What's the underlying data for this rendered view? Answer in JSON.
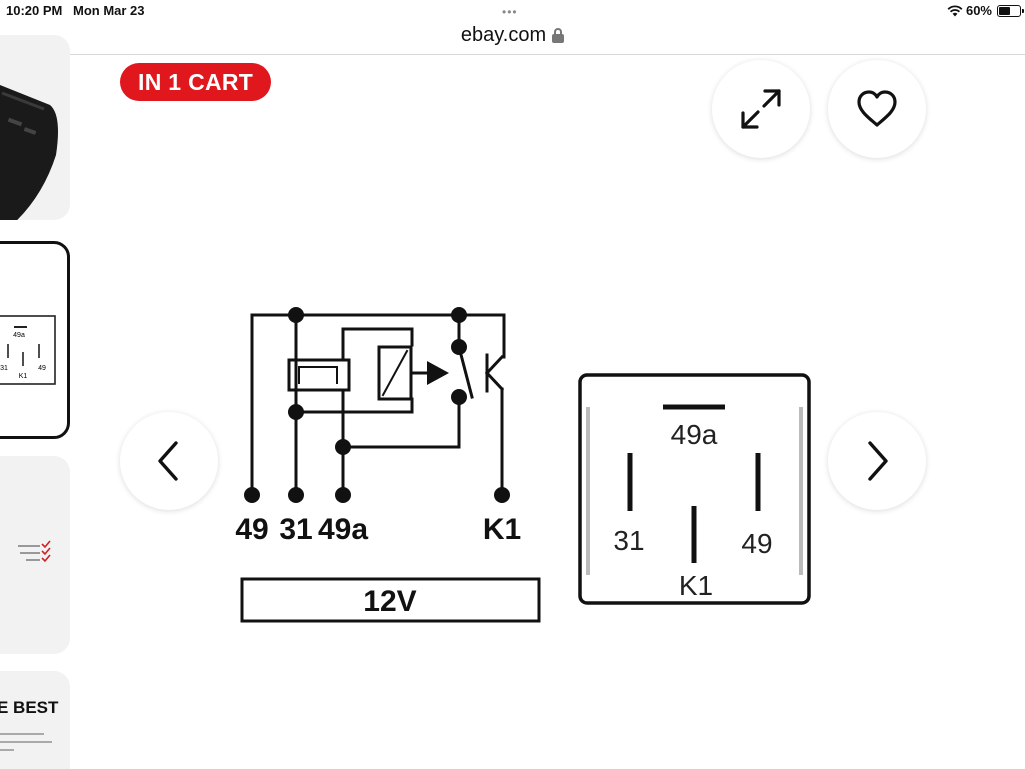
{
  "status_bar": {
    "time": "10:20 PM",
    "date": "Mon Mar 23",
    "battery_text": "60%",
    "battery_level": 0.6
  },
  "browser": {
    "url": "ebay.com",
    "tab_dots": "•••"
  },
  "thumbnails": {
    "thumb2_labels": {
      "top": "49a",
      "left": "31",
      "right": "49",
      "bottom": "K1"
    },
    "thumb4_text": "E BEST"
  },
  "listing": {
    "cart_badge": "IN 1 CART"
  },
  "diagram": {
    "terminal_labels": [
      "49",
      "31",
      "49a",
      "K1"
    ],
    "voltage": "12V",
    "pin_labels": {
      "top": "49a",
      "left": "31",
      "right": "49",
      "bottom": "K1"
    }
  },
  "icons": {
    "expand": "expand-icon",
    "favorite": "heart-icon",
    "prev": "chevron-left-icon",
    "next": "chevron-right-icon"
  },
  "colors": {
    "badge": "#e0171c",
    "ink": "#111111"
  }
}
